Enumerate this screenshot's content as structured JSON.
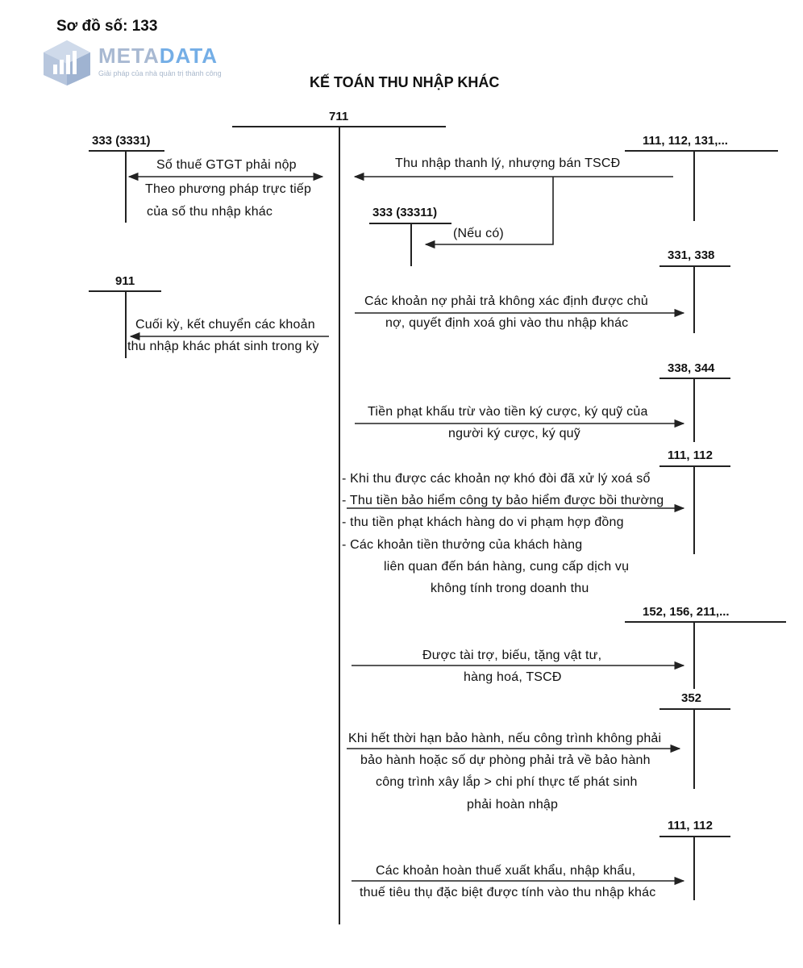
{
  "header": {
    "diagram_number": "Sơ đồ số: 133",
    "title": "KẾ TOÁN THU NHẬP KHÁC"
  },
  "logo": {
    "brand_part1": "META",
    "brand_part2": "DATA",
    "tagline": "Giải pháp của nhà quản trị thành công",
    "color_primary": "#9fb3d1",
    "color_accent": "#6ea7e0"
  },
  "accounts": {
    "main": "711",
    "a3331": "333 (3331)",
    "a33311": "333 (33311)",
    "a911": "911",
    "a111_112_131": "111, 112, 131,...",
    "a331_338": "331, 338",
    "a338_344": "338, 344",
    "a111_112_a": "111, 112",
    "a152_156_211": "152, 156, 211,...",
    "a352": "352",
    "a111_112_b": "111, 112"
  },
  "entries": {
    "vat_line1": "Số thuế GTGT phải nộp",
    "vat_line2": "Theo phương pháp trực tiếp",
    "vat_line3": "của số thu nhập khác",
    "close_line1": "Cuối kỳ, kết chuyển các khoản",
    "close_line2": "thu nhập khác phát sinh trong kỳ",
    "disposal": "Thu nhập thanh lý, nhượng bán TSCĐ",
    "if_any": "(Nếu có)",
    "debt_line1": "Các khoản nợ phải trả không xác định được chủ",
    "debt_line2": "nợ, quyết định xoá ghi vào thu nhập khác",
    "penalty_line1": "Tiền phạt khấu trừ vào tiền ký cược, ký quỹ của",
    "penalty_line2": "người ký cược, ký quỹ",
    "misc_line1": "- Khi thu được các khoản nợ khó đòi đã xử lý xoá sổ",
    "misc_line2": "- Thu tiền bảo hiểm công ty bảo hiểm được bồi thường",
    "misc_line3": "-  thu tiền phạt khách hàng do vi phạm hợp đồng",
    "misc_line4": "-  Các khoản tiền thưởng của khách hàng",
    "misc_line5": "liên quan đến bán hàng, cung cấp dịch vụ",
    "misc_line6": "không tính trong doanh thu",
    "grant_line1": "Được tài trợ, biếu, tặng vật tư,",
    "grant_line2": "hàng hoá, TSCĐ",
    "warranty_line1": "Khi hết thời hạn bảo hành, nếu công trình không phải",
    "warranty_line2": "bảo hành hoặc số dự phòng phải trả về bảo hành",
    "warranty_line3": "công trình xây lắp > chi phí thực tế phát sinh",
    "warranty_line4": "phải hoàn nhập",
    "refund_line1": "Các khoản hoàn thuế xuất khẩu, nhập khẩu,",
    "refund_line2": "thuế tiêu thụ đặc biệt được tính vào thu nhập khác"
  }
}
